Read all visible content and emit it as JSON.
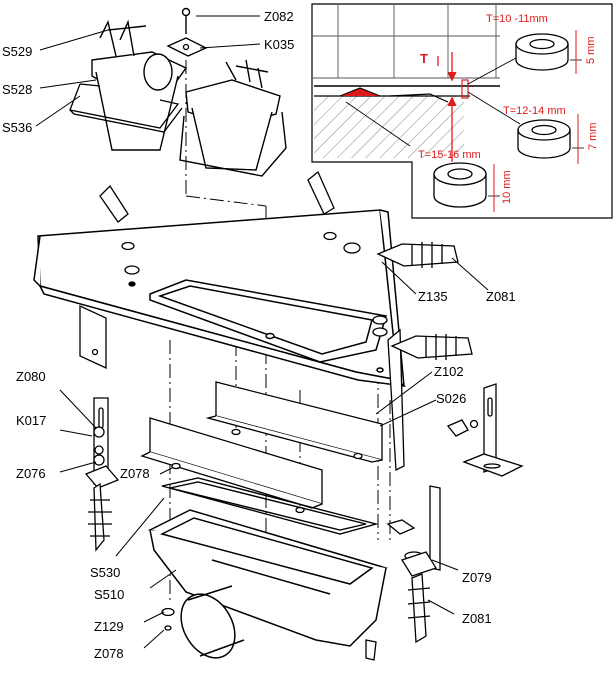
{
  "parts": {
    "s529": "S529",
    "s528": "S528",
    "s536": "S536",
    "z082": "Z082",
    "k035": "K035",
    "z135": "Z135",
    "z081_top": "Z081",
    "z080": "Z080",
    "k017": "K017",
    "z076": "Z076",
    "z078_mid": "Z078",
    "z102": "Z102",
    "s026": "S026",
    "s530": "S530",
    "s510": "S510",
    "z129": "Z129",
    "z078_bottom": "Z078",
    "z079": "Z079",
    "z081_bottom": "Z081"
  },
  "inset": {
    "ring_small": "T=10 -11mm",
    "ring_small_height": "5 mm",
    "ring_mid": "T=12-14 mm",
    "ring_mid_height": "7 mm",
    "ring_large": "T=15-16 mm",
    "ring_large_height": "10 mm",
    "dimension_symbol": "T"
  },
  "colors": {
    "line": "#000000",
    "dimension": "#e01a1a",
    "background": "#ffffff"
  }
}
